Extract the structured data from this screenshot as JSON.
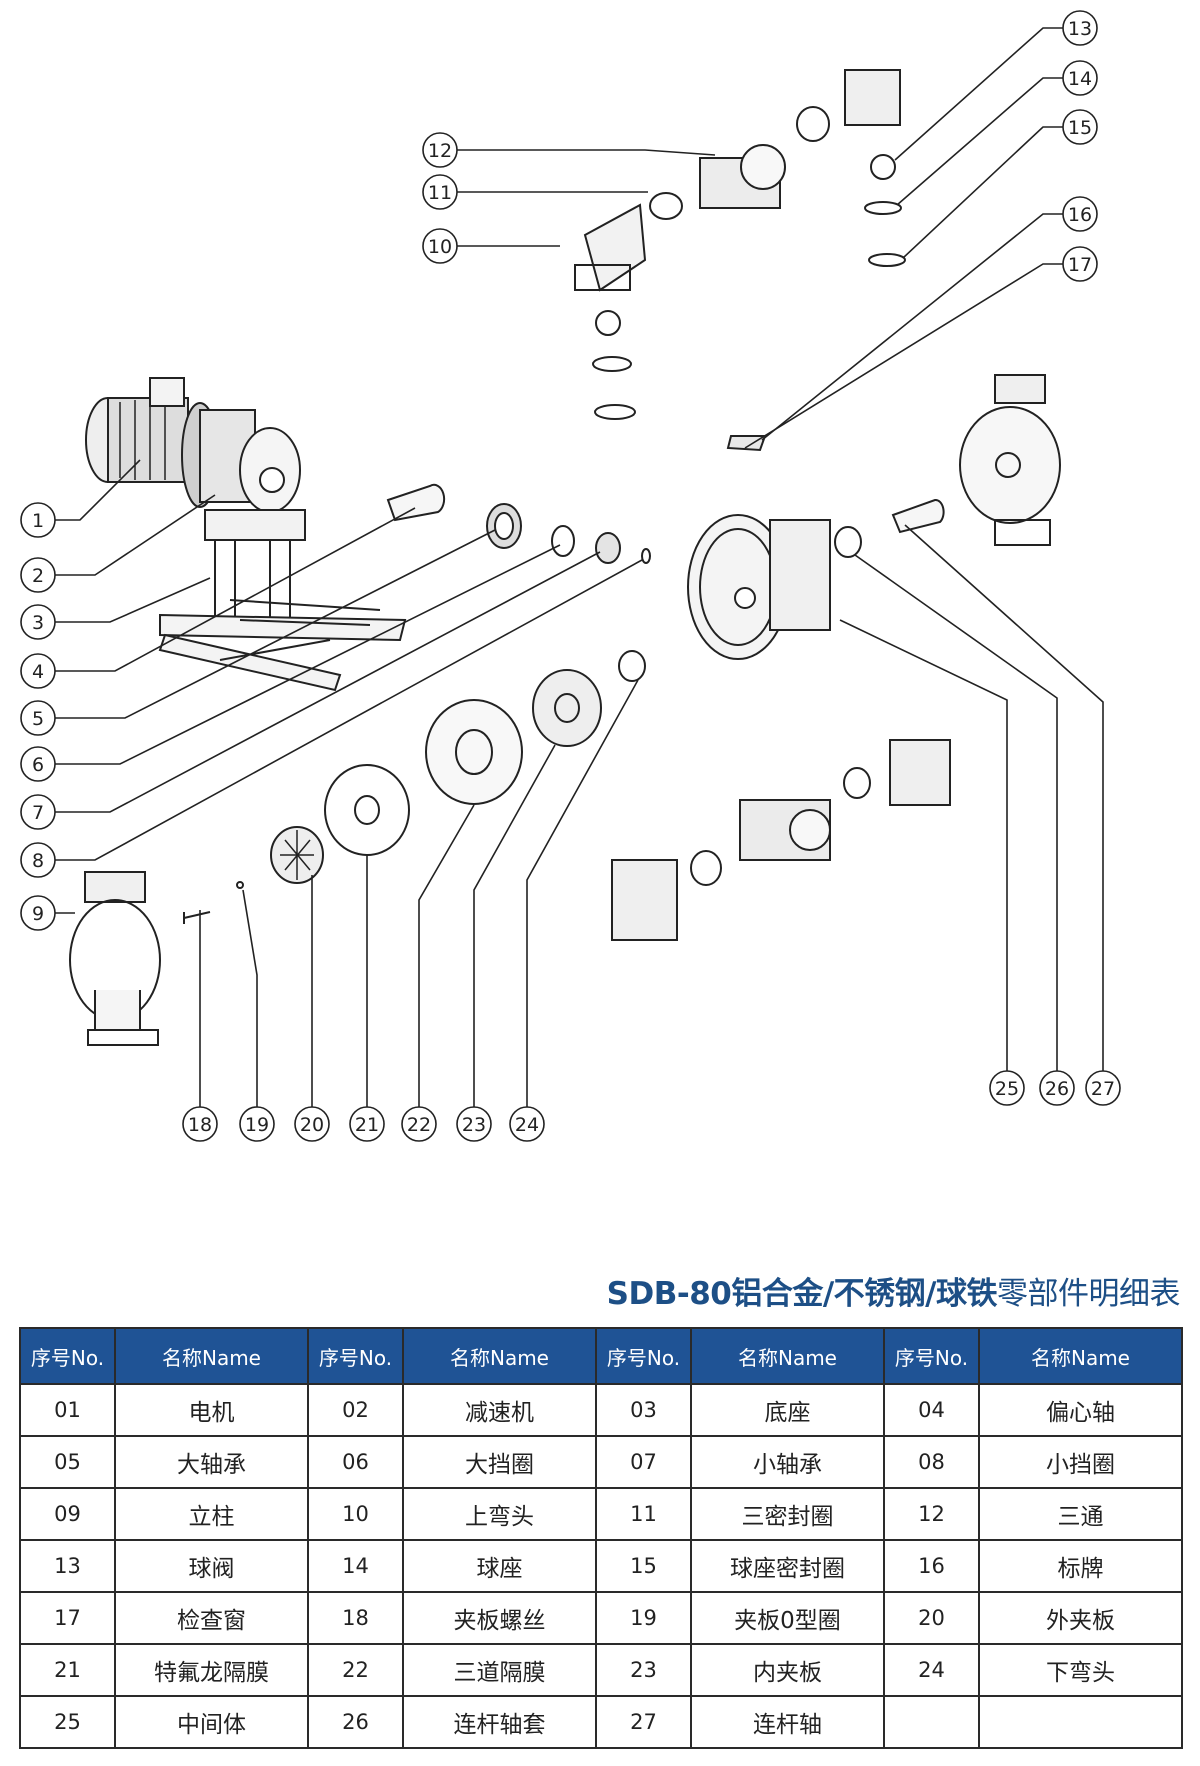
{
  "callouts": [
    "1",
    "2",
    "3",
    "4",
    "5",
    "6",
    "7",
    "8",
    "9",
    "10",
    "11",
    "12",
    "13",
    "14",
    "15",
    "16",
    "17",
    "18",
    "19",
    "20",
    "21",
    "22",
    "23",
    "24",
    "25",
    "26",
    "27"
  ],
  "table": {
    "title_bold": "SDB-80铝合金/不锈钢/球铁",
    "title_normal": "零部件明细表",
    "headers": [
      "序号No.",
      "名称Name",
      "序号No.",
      "名称Name",
      "序号No.",
      "名称Name",
      "序号No.",
      "名称Name"
    ],
    "rows": [
      [
        "01",
        "电机",
        "02",
        "减速机",
        "03",
        "底座",
        "04",
        "偏心轴"
      ],
      [
        "05",
        "大轴承",
        "06",
        "大挡圈",
        "07",
        "小轴承",
        "08",
        "小挡圈"
      ],
      [
        "09",
        "立柱",
        "10",
        "上弯头",
        "11",
        "三密封圈",
        "12",
        "三通"
      ],
      [
        "13",
        "球阀",
        "14",
        "球座",
        "15",
        "球座密封圈",
        "16",
        "标牌"
      ],
      [
        "17",
        "检查窗",
        "18",
        "夹板螺丝",
        "19",
        "夹板0型圈",
        "20",
        "外夹板"
      ],
      [
        "21",
        "特氟龙隔膜",
        "22",
        "三道隔膜",
        "23",
        "内夹板",
        "24",
        "下弯头"
      ],
      [
        "25",
        "中间体",
        "26",
        "连杆轴套",
        "27",
        "连杆轴",
        "",
        ""
      ]
    ]
  }
}
